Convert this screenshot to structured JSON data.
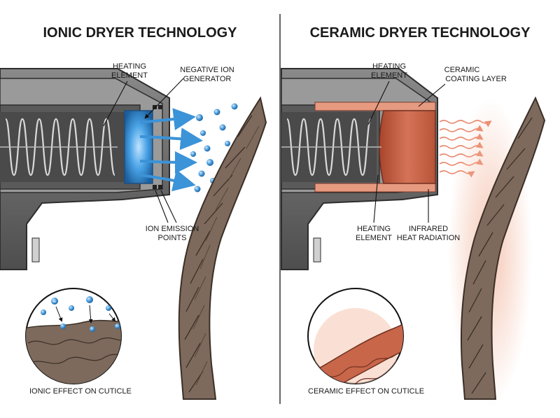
{
  "colors": {
    "housing": "#6f6f6f",
    "housing_dark": "#3d3d3d",
    "ion_blue": "#3b93d8",
    "ion_glow": "#7fc3ff",
    "ceramic": "#c8664a",
    "ceramic_light": "#e8a58b",
    "heat_wave": "#ea8a6e",
    "hair": "#7d6a5c",
    "hair_dark": "#3b2f27"
  },
  "ionic": {
    "title": "IONIC DRYER TECHNOLOGY",
    "heating_element": [
      "HEATING",
      "ELEMENT"
    ],
    "negative_ion_generator": [
      "NEGATIVE ION",
      "GENERATOR"
    ],
    "ion_emission_points": [
      "ION EMISSION",
      "POINTS"
    ],
    "inset_caption": "IONIC EFFECT ON CUTICLE",
    "ion_symbol": "−"
  },
  "ceramic": {
    "title": "CERAMIC DRYER TECHNOLOGY",
    "heating_element_top": [
      "HEATING",
      "ELEMENT"
    ],
    "ceramic_coating_layer": [
      "CERAMIC",
      "COATING LAYER"
    ],
    "heating_element_bottom": [
      "HEATING",
      "ELEMENT"
    ],
    "infrared_heat_radiation": [
      "INFRARED",
      "HEAT RADIATION"
    ],
    "inset_caption": "CERAMIC EFFECT ON CUTICLE"
  }
}
